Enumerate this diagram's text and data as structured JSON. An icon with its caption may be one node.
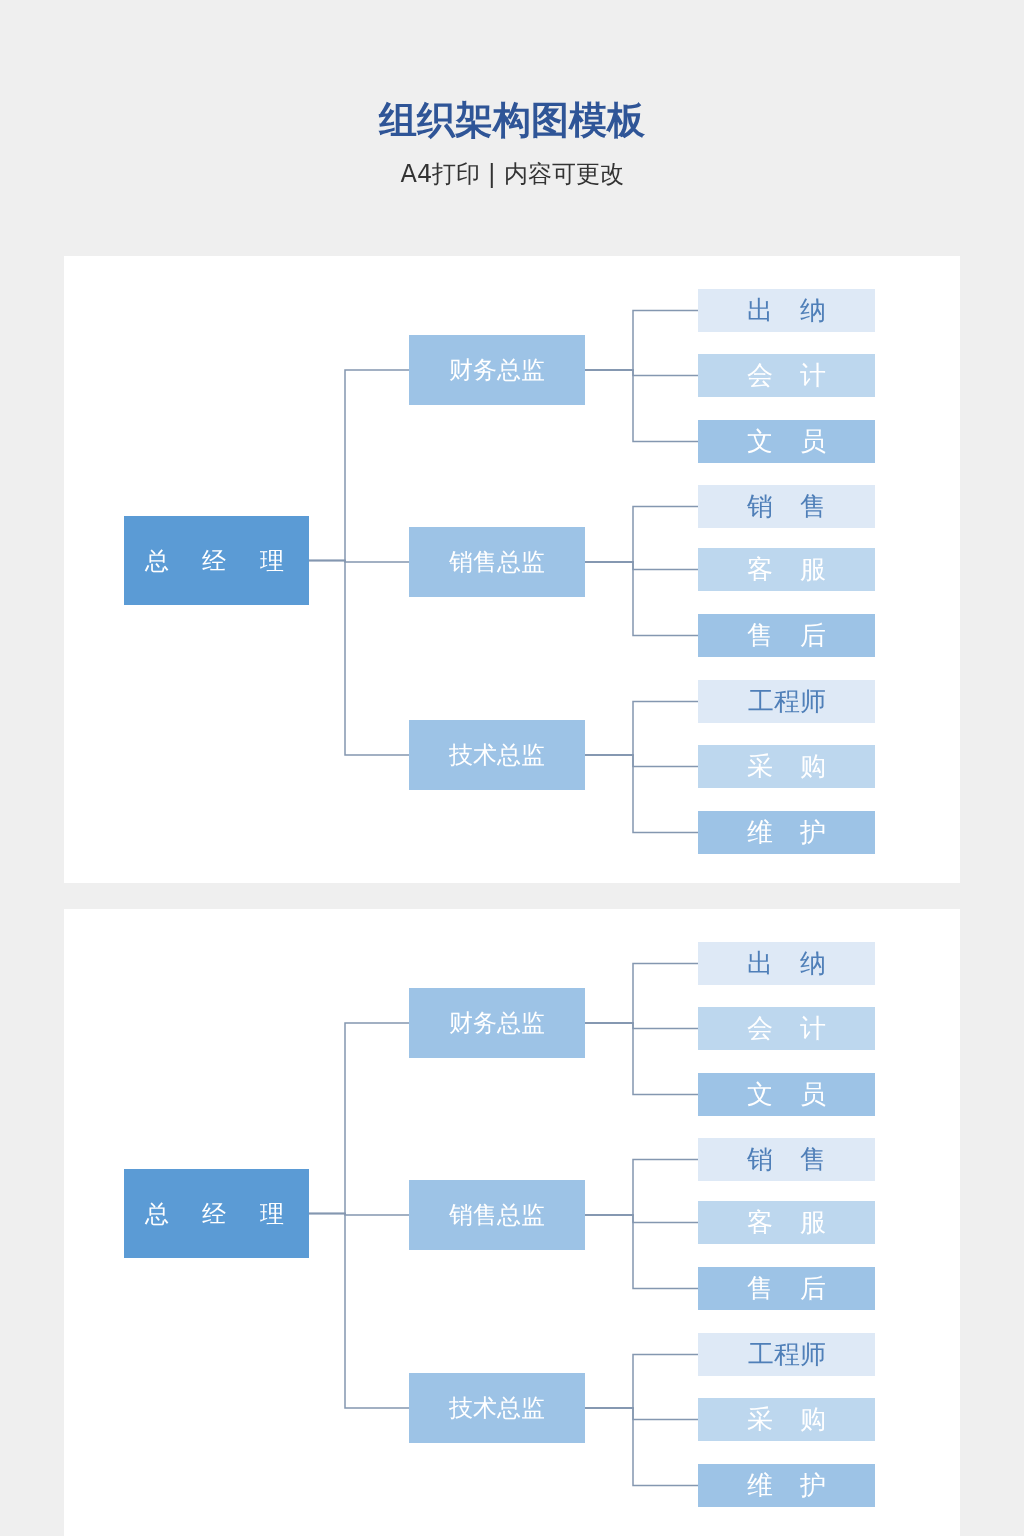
{
  "diagram": {
    "title": "组织架构图模板",
    "nodes": [
      {
        "text": [
          "总 经 理"
        ]
      },
      {
        "text": [
          "财务总监"
        ]
      },
      {
        "text": [
          "出 纳"
        ]
      },
      {
        "text": [
          "会 计"
        ]
      },
      {
        "text": [
          "文 员"
        ]
      },
      {
        "text": [
          "销售总监"
        ]
      },
      {
        "text": [
          "销 售"
        ]
      },
      {
        "text": [
          "客 服"
        ]
      },
      {
        "text": [
          "售 后"
        ]
      },
      {
        "text": [
          "技术总监"
        ]
      },
      {
        "text": [
          "工程师"
        ]
      },
      {
        "text": [
          "采 购"
        ]
      },
      {
        "text": [
          "维 护"
        ]
      },
      {
        "text": [
          "总 经 理"
        ]
      },
      {
        "text": [
          "财务总监"
        ]
      },
      {
        "text": [
          "出 纳"
        ]
      },
      {
        "text": [
          "会 计"
        ]
      },
      {
        "text": [
          "文 员"
        ]
      },
      {
        "text": [
          "销售总监"
        ]
      },
      {
        "text": [
          "销 售"
        ]
      },
      {
        "text": [
          "客 服"
        ]
      },
      {
        "text": [
          "售 后"
        ]
      },
      {
        "text": [
          "技术总监"
        ]
      },
      {
        "text": [
          "工程师"
        ]
      },
      {
        "text": [
          "采 购"
        ]
      },
      {
        "text": [
          "维 护"
        ]
      }
    ],
    "edges": [
      {
        "from": 0,
        "to": 1,
        "arrow": "none"
      },
      {
        "from": 0,
        "to": 5,
        "arrow": "none"
      },
      {
        "from": 0,
        "to": 9,
        "arrow": "none"
      },
      {
        "from": 1,
        "to": 2,
        "arrow": "none"
      },
      {
        "from": 1,
        "to": 3,
        "arrow": "none"
      },
      {
        "from": 1,
        "to": 4,
        "arrow": "none"
      },
      {
        "from": 5,
        "to": 6,
        "arrow": "none"
      },
      {
        "from": 5,
        "to": 7,
        "arrow": "none"
      },
      {
        "from": 5,
        "to": 8,
        "arrow": "none"
      },
      {
        "from": 9,
        "to": 10,
        "arrow": "none"
      },
      {
        "from": 9,
        "to": 11,
        "arrow": "none"
      },
      {
        "from": 9,
        "to": 12,
        "arrow": "none"
      },
      {
        "from": 13,
        "to": 14,
        "arrow": "none"
      },
      {
        "from": 13,
        "to": 18,
        "arrow": "none"
      },
      {
        "from": 13,
        "to": 22,
        "arrow": "none"
      },
      {
        "from": 14,
        "to": 15,
        "arrow": "none"
      },
      {
        "from": 14,
        "to": 16,
        "arrow": "none"
      },
      {
        "from": 14,
        "to": 17,
        "arrow": "none"
      },
      {
        "from": 18,
        "to": 19,
        "arrow": "none"
      },
      {
        "from": 18,
        "to": 20,
        "arrow": "none"
      },
      {
        "from": 18,
        "to": 21,
        "arrow": "none"
      },
      {
        "from": 22,
        "to": 23,
        "arrow": "none"
      },
      {
        "from": 22,
        "to": 24,
        "arrow": "none"
      },
      {
        "from": 22,
        "to": 25,
        "arrow": "none"
      }
    ],
    "labels": [
      "A4打印 | 内容可更改"
    ]
  }
}
